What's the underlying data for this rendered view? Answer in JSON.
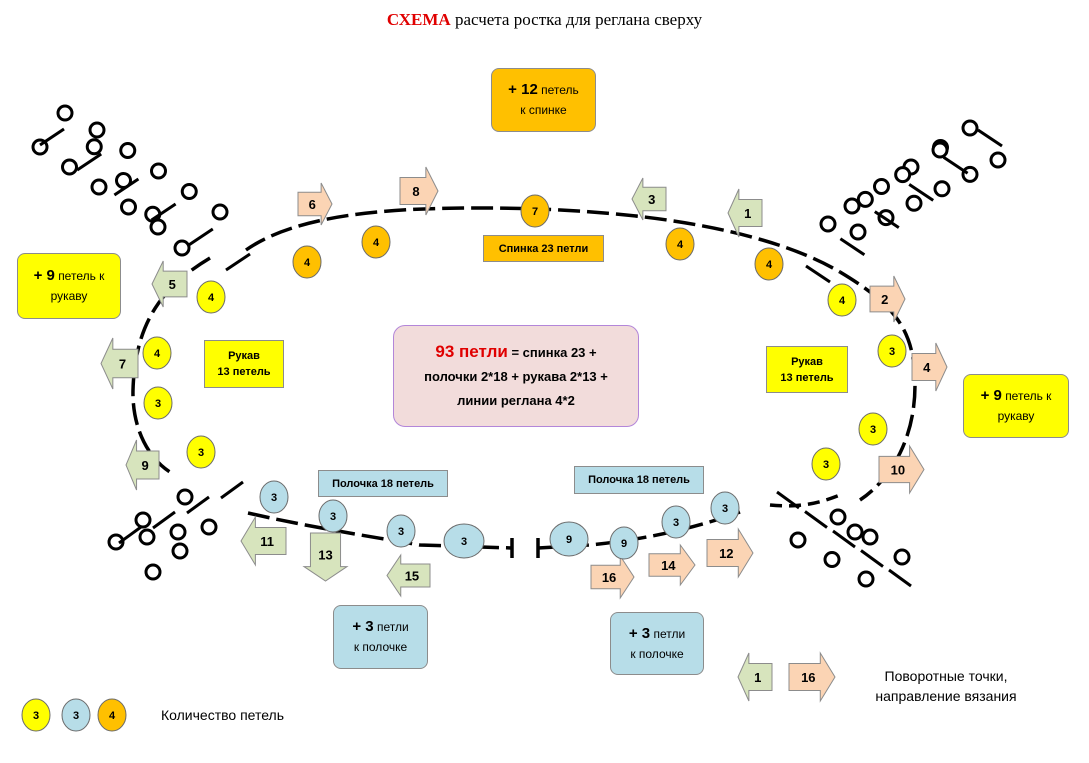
{
  "title": {
    "accent": "СХЕМА",
    "rest": "расчета ростка для реглана сверху"
  },
  "center_box": {
    "count": "93 петли",
    "text1": "= спинка 23 +",
    "text2": "полочки 2*18 + рукава 2*13 +",
    "text3": "линии реглана 4*2"
  },
  "increase_boxes": [
    {
      "big": "+ 12",
      "small1": "петель",
      "small2": "к спинке"
    },
    {
      "big": "+ 9",
      "small1": "петель к",
      "small2": "рукаву"
    },
    {
      "big": "+ 9",
      "small1": "петель к",
      "small2": "рукаву"
    },
    {
      "big": "+ 3",
      "small1": "петли",
      "small2": "к полочке"
    },
    {
      "big": "+ 3",
      "small1": "петли",
      "small2": "к полочке"
    }
  ],
  "section_labels": [
    {
      "line1": "Спинка 23 петли",
      "line2": ""
    },
    {
      "line1": "Рукав",
      "line2": "13 петель"
    },
    {
      "line1": "Рукав",
      "line2": "13 петель"
    },
    {
      "line1": "Полочка 18 петель",
      "line2": ""
    },
    {
      "line1": "Полочка 18 петель",
      "line2": ""
    }
  ],
  "arrows": [
    "6",
    "8",
    "3",
    "1",
    "5",
    "2",
    "7",
    "4",
    "9",
    "10",
    "11",
    "13",
    "15",
    "16",
    "14",
    "12"
  ],
  "circles": [
    "4",
    "4",
    "4",
    "7",
    "4",
    "4",
    "4",
    "4",
    "3",
    "3",
    "3",
    "3",
    "3",
    "3",
    "3",
    "3",
    "3",
    "9",
    "9",
    "3",
    "3",
    "3",
    "3"
  ],
  "legend": {
    "circles": [
      "3",
      "3",
      "4"
    ],
    "count_label": "Количество петель",
    "arrows": [
      "1",
      "16"
    ],
    "turn_line1": "Поворотные точки,",
    "turn_line2": "направление вязания"
  },
  "colors": {
    "orange": "#ffc000",
    "yellow": "#ffff00",
    "light_blue": "#b7dde8",
    "light_green": "#d7e4bd",
    "peach": "#fbd4b4",
    "pink": "#f2dcdb",
    "purple_border": "#b386d9",
    "title_red": "#e00000"
  }
}
